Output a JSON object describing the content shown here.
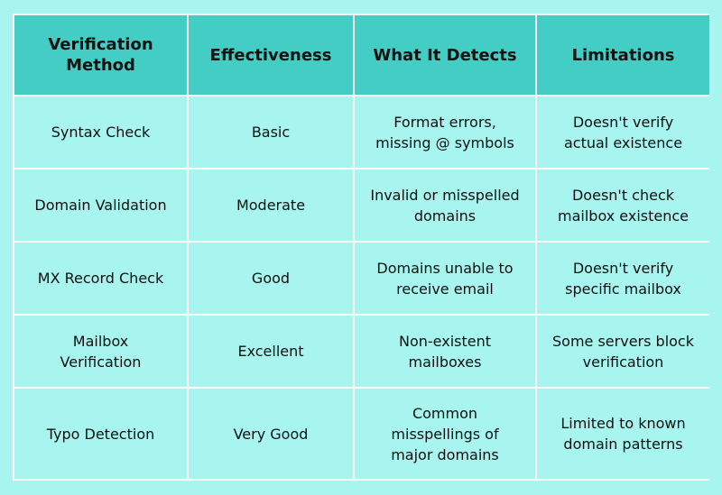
{
  "table": {
    "headers": [
      [
        "Verification",
        "Method"
      ],
      [
        "Effectiveness"
      ],
      [
        "What It Detects"
      ],
      [
        "Limitations"
      ]
    ],
    "rows": [
      {
        "method": [
          "Syntax Check"
        ],
        "effectiveness": [
          "Basic"
        ],
        "detects": [
          "Format errors,",
          "missing @ symbols"
        ],
        "limitations": [
          "Doesn't verify",
          "actual existence"
        ]
      },
      {
        "method": [
          "Domain Validation"
        ],
        "effectiveness": [
          "Moderate"
        ],
        "detects": [
          "Invalid or misspelled",
          "domains"
        ],
        "limitations": [
          "Doesn't check",
          "mailbox existence"
        ]
      },
      {
        "method": [
          "MX Record Check"
        ],
        "effectiveness": [
          "Good"
        ],
        "detects": [
          "Domains unable to",
          "receive email"
        ],
        "limitations": [
          "Doesn't verify",
          "specific mailbox"
        ]
      },
      {
        "method": [
          "Mailbox",
          "Verification"
        ],
        "effectiveness": [
          "Excellent"
        ],
        "detects": [
          "Non-existent",
          "mailboxes"
        ],
        "limitations": [
          "Some servers block",
          "verification"
        ]
      },
      {
        "method": [
          "Typo Detection"
        ],
        "effectiveness": [
          "Very Good"
        ],
        "detects": [
          "Common",
          "misspellings of",
          "major domains"
        ],
        "limitations": [
          "Limited to known",
          "domain patterns"
        ]
      }
    ]
  },
  "colors": {
    "background": "#a8f4ef",
    "header": "#43cdc4",
    "grid_lines": "#ffffff",
    "text": "#111111"
  }
}
